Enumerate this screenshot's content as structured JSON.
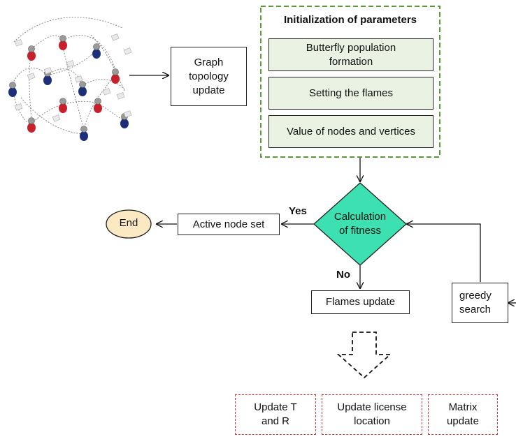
{
  "init_title": "Initialization of parameters",
  "init_steps": [
    "Butterfly population\nformation",
    "Setting the flames",
    "Value of nodes and vertices"
  ],
  "graph_update": "Graph\ntopology\nupdate",
  "decision": "Calculation\nof fitness",
  "yes_label": "Yes",
  "no_label": "No",
  "active_node_set": "Active node set",
  "end_label": "End",
  "flames_update": "Flames update",
  "greedy_search": "greedy\nsearch",
  "sub_steps": [
    "Update T\nand R",
    "Update license\nlocation",
    "Matrix\nupdate"
  ],
  "colors": {
    "init_border": "#5a9a3c",
    "step_fill": "#eaf3e3",
    "decision_fill": "#3de0b0",
    "end_fill": "#fbe9c3",
    "sub_border": "#d63a3a",
    "node_red": "#c8202a",
    "node_blue": "#1e2f7a"
  }
}
